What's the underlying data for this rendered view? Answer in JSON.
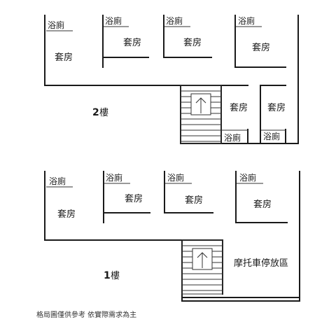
{
  "labels": {
    "bath": "浴廁",
    "suite": "套房",
    "moto": "摩托車停放區",
    "floor_unit": "樓",
    "note": "格局圖僅供參考 依實際需求為主"
  },
  "floors": {
    "upper": "2",
    "lower": "1"
  },
  "colors": {
    "wall": "#1a1a1a",
    "text": "#1a1a1a"
  }
}
